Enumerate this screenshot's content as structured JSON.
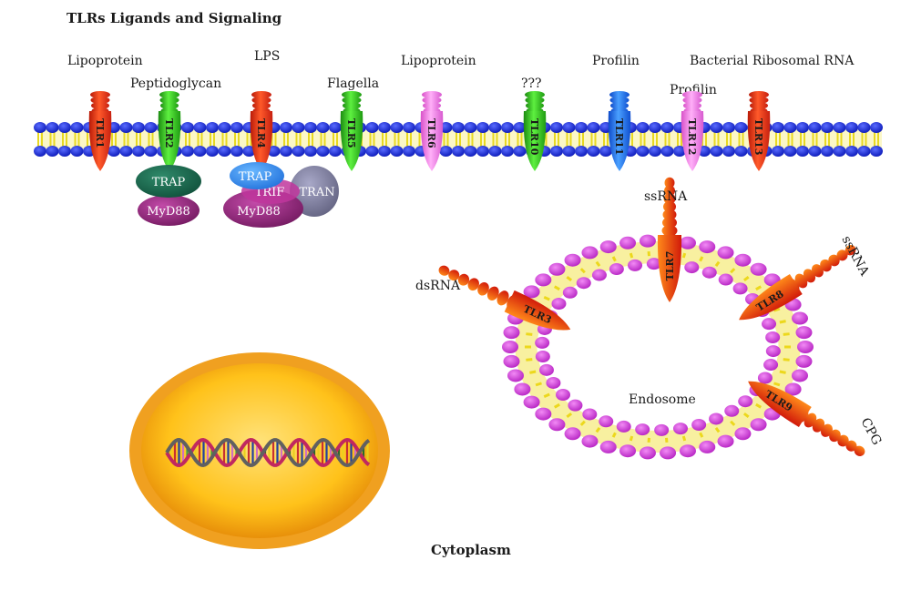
{
  "title": "TLRs Ligands and Signaling",
  "membrane_receptors": [
    {
      "id": "TLR1",
      "ligand": "Lipoprotein",
      "color": "red"
    },
    {
      "id": "TLR2",
      "ligand": "Peptidoglycan",
      "color": "green"
    },
    {
      "id": "TLR4",
      "ligand": "LPS",
      "color": "red"
    },
    {
      "id": "TLR5",
      "ligand": "Flagella",
      "color": "green"
    },
    {
      "id": "TLR6",
      "ligand": "Lipoprotein",
      "color": "pink"
    },
    {
      "id": "TLR10",
      "ligand": "???",
      "color": "green"
    },
    {
      "id": "TLR11",
      "ligand": "Profilin",
      "color": "blue"
    },
    {
      "id": "TLR12",
      "ligand": "Profilin",
      "color": "pink"
    },
    {
      "id": "TLR13",
      "ligand": "Bacterial Ribosomal RNA",
      "color": "red"
    }
  ],
  "adaptors": {
    "tlr2": {
      "trap": "TRAP",
      "myd88": "MyD88"
    },
    "tlr4": {
      "trap": "TRAP",
      "trif": "TRIF",
      "tran": "TRAN",
      "myd88": "MyD88"
    }
  },
  "endosome": {
    "label": "Endosome",
    "receptors": [
      {
        "id": "TLR3",
        "ligand": "dsRNA"
      },
      {
        "id": "TLR7",
        "ligand": "ssRNA"
      },
      {
        "id": "TLR8",
        "ligand": "ssRNA"
      },
      {
        "id": "TLR9",
        "ligand": "CPG"
      }
    ]
  },
  "cytoplasm_label": "Cytoplasm",
  "colors": {
    "lipid_head_membrane": "#1a2fd6",
    "lipid_tail": "#f2ea3a",
    "lipid_head_endosome": "#d63fe0",
    "nucleus_outer": "#f5a623",
    "receptor_red": "#e8331a",
    "receptor_green": "#2fc21c",
    "receptor_pink": "#f06ee8",
    "receptor_blue": "#1f6ff0"
  }
}
